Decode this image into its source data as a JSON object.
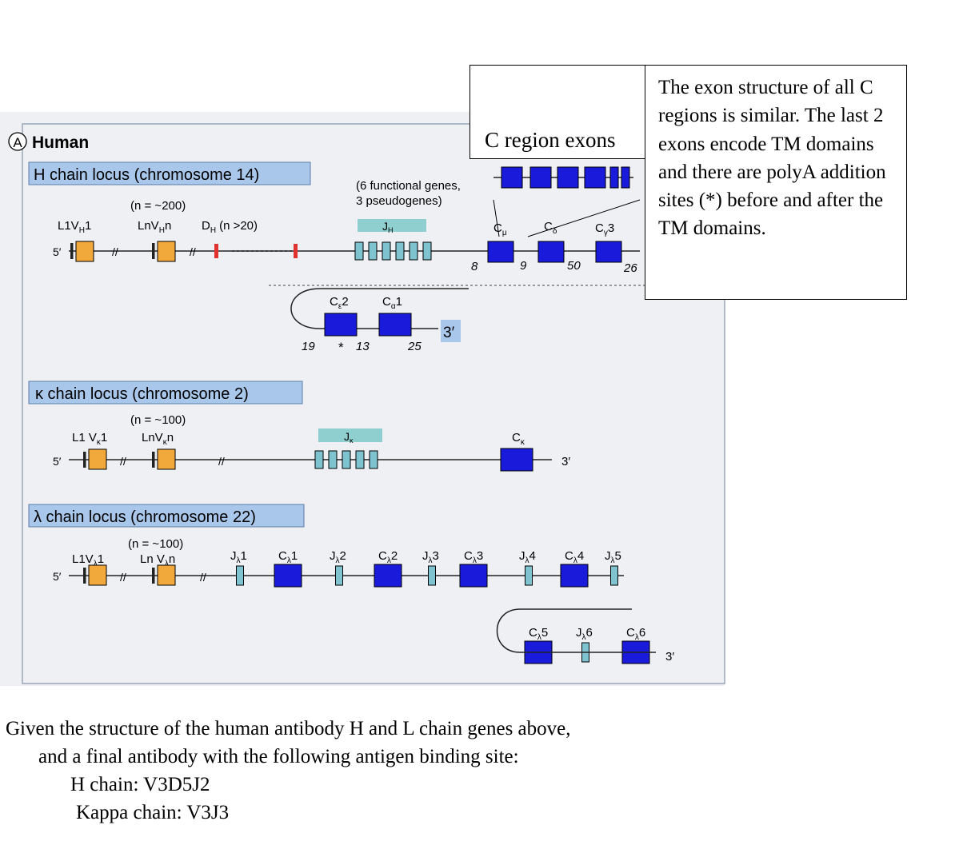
{
  "panel_label": "A",
  "species": "Human",
  "h_locus": {
    "title": "H chain locus (chromosome 14)",
    "v_count": "(n = ~200)",
    "v1": "L1V",
    "v1_sub": "H",
    "v1_num": "1",
    "vn": "LnV",
    "vn_sub": "H",
    "vn_num": "n",
    "d": "D",
    "d_sub": "H",
    "d_count": "(n >20)",
    "j_note_1": "(6 functional genes,",
    "j_note_2": "3 pseudogenes)",
    "j": "J",
    "j_sub": "H",
    "c_mu": "C",
    "c_mu_sub": "μ",
    "c_delta": "C",
    "c_delta_sub": "δ",
    "c_g3": "C",
    "c_g3_sub": "γ",
    "c_g3_num": "3",
    "c_e2": "C",
    "c_e2_sub": "ε",
    "c_e2_num": "2",
    "c_a1": "C",
    "c_a1_sub": "α",
    "c_a1_num": "1",
    "d8": "8",
    "d9": "9",
    "d50": "50",
    "d26": "26",
    "d19": "19",
    "star": "*",
    "d13": "13",
    "d25": "25",
    "three_prime": "3′",
    "five_prime": "5′"
  },
  "k_locus": {
    "title": "κ chain locus (chromosome 2)",
    "v_count": "(n = ~100)",
    "v1": "L1 V",
    "v1_sub": "κ",
    "v1_num": "1",
    "vn": "LnV",
    "vn_sub": "κ",
    "vn_num": "n",
    "j": "J",
    "j_sub": "κ",
    "c": "C",
    "c_sub": "κ",
    "three_prime": "3′",
    "five_prime": "5′"
  },
  "l_locus": {
    "title": "λ chain locus (chromosome 22)",
    "v_count": "(n = ~100)",
    "v1": "L1V",
    "v1_sub": "λ",
    "v1_num": "1",
    "vn": "Ln V",
    "vn_sub": "λ",
    "vn_num": "n",
    "segments": [
      {
        "t": "J",
        "s": "λ",
        "n": "1"
      },
      {
        "t": "C",
        "s": "λ",
        "n": "1"
      },
      {
        "t": "J",
        "s": "λ",
        "n": "2"
      },
      {
        "t": "C",
        "s": "λ",
        "n": "2"
      },
      {
        "t": "J",
        "s": "λ",
        "n": "3"
      },
      {
        "t": "C",
        "s": "λ",
        "n": "3"
      },
      {
        "t": "J",
        "s": "λ",
        "n": "4"
      },
      {
        "t": "C",
        "s": "λ",
        "n": "4"
      },
      {
        "t": "J",
        "s": "λ",
        "n": "5"
      },
      {
        "t": "C",
        "s": "λ",
        "n": "5"
      },
      {
        "t": "J",
        "s": "λ",
        "n": "6"
      },
      {
        "t": "C",
        "s": "λ",
        "n": "6"
      }
    ],
    "three_prime": "3′",
    "five_prime": "5′"
  },
  "c_region_label": "C region exons",
  "callout": "The exon structure of all C regions is similar. The last 2 exons encode TM domains and there are polyA addition sites (*) before and after the TM domains.",
  "question": {
    "line1": "Given the structure of the human antibody H and L chain genes above,",
    "line2": "and a final antibody with the following antigen binding site:",
    "line3": "H chain: V3D5J2",
    "line4": "Kappa  chain: V3J3"
  },
  "colors": {
    "c_exon": "#1a1adb",
    "v_gene": "#f2a93b",
    "j_gene": "#7ec3cf",
    "d_gene": "#e0312e",
    "label_bg": "#a9c7ea",
    "j_label_bg": "#8fcfcf",
    "leader": "#222222"
  }
}
